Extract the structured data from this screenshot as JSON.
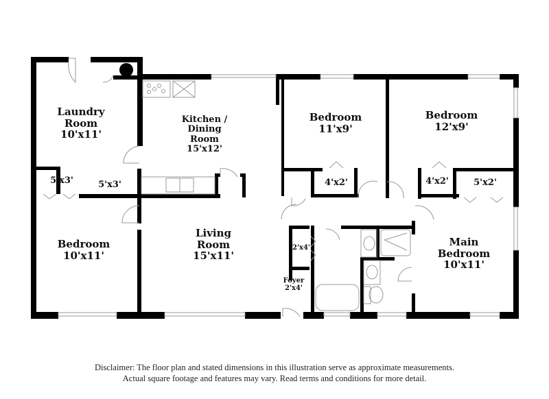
{
  "rooms": {
    "laundry": {
      "name1": "Laundry",
      "name2": "Room",
      "dims": "10'x11'"
    },
    "kitchen": {
      "name1": "Kitchen /",
      "name2": "Dining",
      "name3": "Room",
      "dims": "15'x12'"
    },
    "bedroom_top_mid": {
      "name": "Bedroom",
      "dims": "11'x9'"
    },
    "bedroom_top_right": {
      "name": "Bedroom",
      "dims": "12'x9'"
    },
    "bedroom_left": {
      "name": "Bedroom",
      "dims": "10'x11'"
    },
    "living": {
      "name1": "Living",
      "name2": "Room",
      "dims": "15'x11'"
    },
    "main_bedroom": {
      "name1": "Main",
      "name2": "Bedroom",
      "dims": "10'x11'"
    },
    "foyer": {
      "name": "Foyer",
      "dims": "2'x4'"
    }
  },
  "closets": {
    "left_closet_1": "5'x3'",
    "left_closet_2": "5'x3'",
    "mid_closet": "4'x2'",
    "right_closet_a": "4'x2'",
    "right_closet_b": "5'x2'",
    "foyer_closet": "2'x4'"
  },
  "disclaimer": {
    "line1": "Disclaimer: The floor plan and stated dimensions in this illustration serve as approximate measurements.",
    "line2": "Actual square footage and features may vary. Read terms and conditions for more detail."
  },
  "colors": {
    "wall": "#000000",
    "fixture": "#999999",
    "background": "#ffffff"
  }
}
